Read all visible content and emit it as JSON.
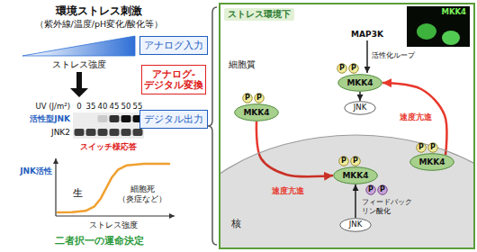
{
  "diagram": {
    "title": "環境ストレス刺激",
    "nodes": [
      {
        "text": [
          "アナログ入力"
        ]
      },
      {
        "text": [
          "アナログ- デジタル変換"
        ]
      },
      {
        "text": [
          "デジタル出力"
        ]
      },
      {
        "text": [
          "ストレス環境下"
        ]
      },
      {
        "text": [
          "MKK4"
        ],
        "in": 3
      },
      {
        "text": [
          "P"
        ],
        "in": 3
      },
      {
        "text": [
          "P"
        ],
        "in": 3
      },
      {
        "text": [
          "MKK4"
        ],
        "in": 3
      },
      {
        "text": [
          "JNK"
        ],
        "in": 3
      },
      {
        "text": [
          "P"
        ],
        "in": 3
      },
      {
        "text": [
          "P"
        ],
        "in": 3
      },
      {
        "text": [
          "MKK4"
        ],
        "in": 3
      },
      {
        "text": [
          "核"
        ],
        "in": 3
      },
      {
        "text": [
          "P"
        ],
        "in": 12
      },
      {
        "text": [
          "P"
        ],
        "in": 12
      },
      {
        "text": [
          "MKK4"
        ],
        "in": 12
      },
      {
        "text": [
          "P"
        ],
        "in": 12
      },
      {
        "text": [
          "P"
        ],
        "in": 12
      },
      {
        "text": [
          "JNK"
        ],
        "in": 12
      },
      {
        "text": [
          "P"
        ],
        "in": 3
      },
      {
        "text": [
          "P"
        ],
        "in": 3
      },
      {
        "text": [
          "MKK4"
        ],
        "in": 3
      }
    ],
    "edges": [
      {
        "from": 7,
        "to": 8,
        "arrow": "to"
      },
      {
        "from": 11,
        "to": 15,
        "label": "速度亢進",
        "arrow": "to"
      },
      {
        "from": 18,
        "to": 15,
        "label": "フィードバック リン酸化",
        "arrow": "to"
      },
      {
        "from": 21,
        "to": 7,
        "label": "速度亢進",
        "arrow": "to"
      }
    ],
    "labels": [
      "（紫外線/温度/pH変化/酸化等）",
      "ストレス強度",
      "UV (J/m²)",
      "0",
      "35",
      "40",
      "45",
      "50",
      "55",
      "活性型JNK",
      "JNK2",
      "スイッチ様応答",
      "JNK活性",
      "生",
      "細胞死 （炎症など）",
      "ストレス強度",
      "二者択一の運命決定",
      "細胞質",
      "MAP3K",
      "活性化ループ"
    ]
  }
}
